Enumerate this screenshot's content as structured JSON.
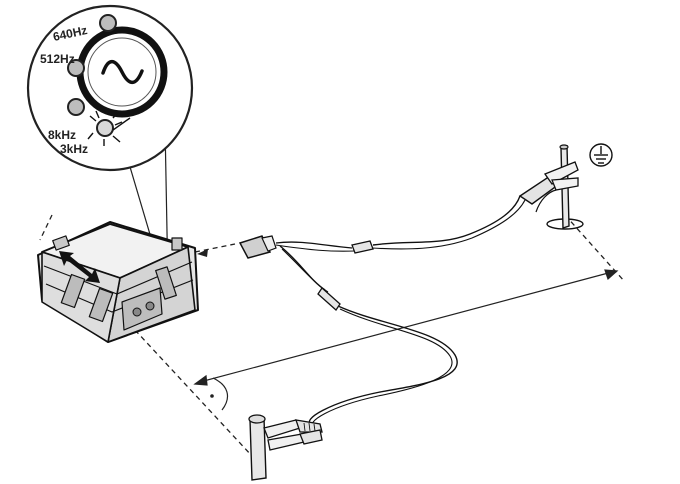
{
  "frequency_selector": {
    "labels": [
      "640Hz",
      "512Hz",
      "8kHz",
      "3kHz"
    ]
  },
  "colors": {
    "ink": "#222222",
    "case_fill": "#dcdcdc",
    "led_gray": "#bdbdbd"
  }
}
